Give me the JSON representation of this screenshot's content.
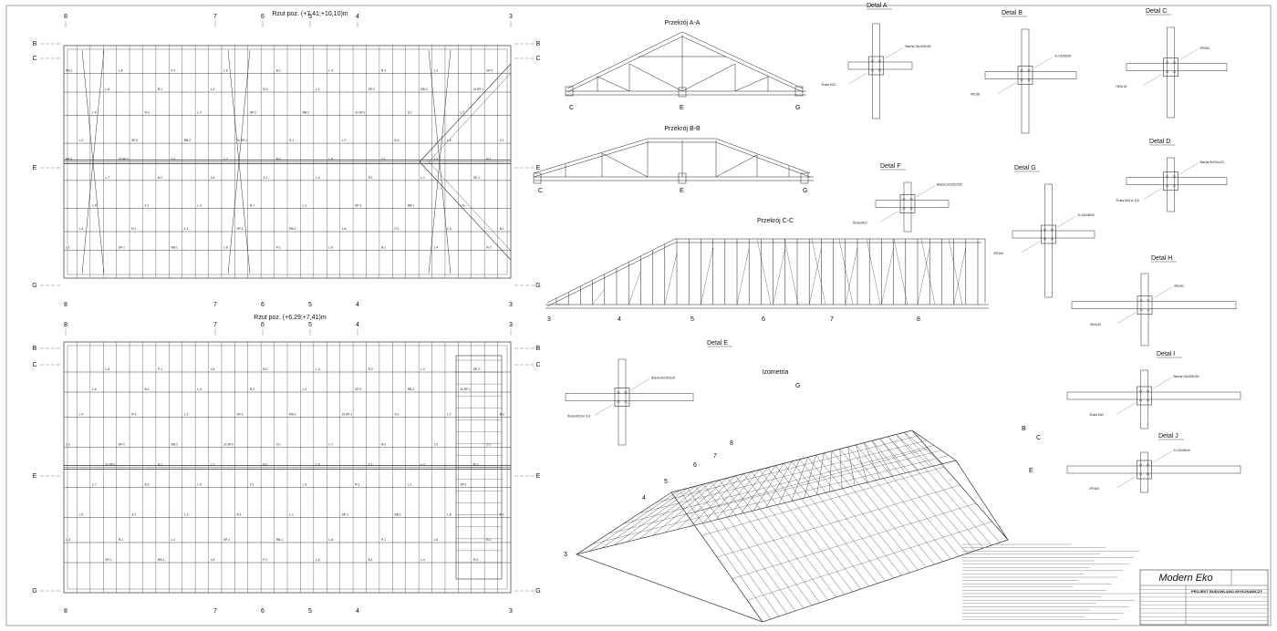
{
  "sheet": {
    "views": {
      "plan_top_title": "Rzut poz. (+7,41;+10,10)m",
      "plan_bottom_title": "Rzut poz. (+6,29;+7,41)m",
      "section_aa": "Przekrój A-A",
      "section_bb": "Przekrój B-B",
      "section_cc": "Przekrój C-C",
      "isometric": "Izometria",
      "detail_a": "Detal A",
      "detail_b": "Detal B",
      "detail_c": "Detal C",
      "detail_d": "Detal D",
      "detail_e": "Detal E",
      "detail_f": "Detal F",
      "detail_g": "Detal G",
      "detail_h": "Detal H",
      "detail_i": "Detal I",
      "detail_j": "Detal J"
    },
    "axes_columns": [
      "8",
      "7",
      "6",
      "5",
      "4",
      "3"
    ],
    "axes_rows": [
      "B",
      "C",
      "E",
      "G"
    ],
    "iso_axes_left": [
      "8",
      "7",
      "6",
      "5",
      "4",
      "3"
    ],
    "iso_axes_right": [
      "G",
      "E",
      "C",
      "B"
    ],
    "member_labels": [
      "RB-1",
      "RB-2",
      "L-1",
      "L-2",
      "L-3",
      "L-4",
      "L-5",
      "L-6",
      "L-7",
      "L-8",
      "2x SP-1",
      "SP-1",
      "SP-2",
      "R-1",
      "R-2",
      "Z-1",
      "B-1",
      "B-2",
      "P-1",
      "S-1"
    ],
    "detail_notes": [
      "Blacha 10x150x150",
      "Śruba M12",
      "2x L50x50x5",
      "IPE160",
      "IPE200",
      "HEA140",
      "Blacha 8x100x120",
      "Śruba M16 kl. 8.8"
    ],
    "title_block": {
      "company": "Modern Eko",
      "project_title": "PROJEKT BUDOWLANO-WYKONAWCZY"
    }
  }
}
